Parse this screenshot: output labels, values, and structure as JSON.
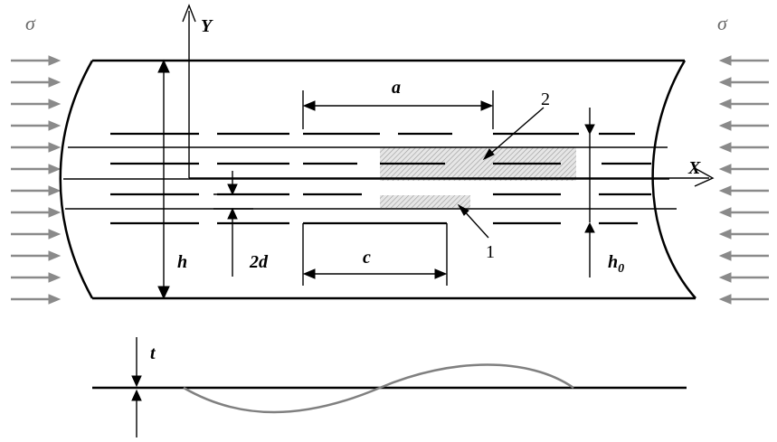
{
  "labels": {
    "stress_left": "σ",
    "stress_right": "σ",
    "y_axis": "Y",
    "x_axis": "X",
    "dim_a": "a",
    "dim_c": "c",
    "dim_h": "h",
    "dim_2d": "2d",
    "dim_h0_main": "h",
    "dim_h0_sub": "0",
    "zone_1": "1",
    "zone_2": "2",
    "dim_t": "t"
  },
  "colors": {
    "line": "#000000",
    "stress_arrow": "#8a8a8a",
    "wave": "#808080",
    "hatch": "#9a9a9a"
  }
}
